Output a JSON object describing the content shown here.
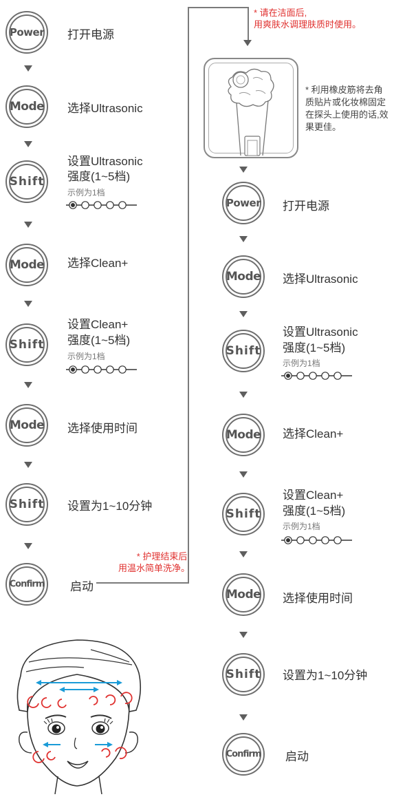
{
  "left_flow": {
    "steps": [
      {
        "button": "Power",
        "label": "打开电源"
      },
      {
        "button": "Mode",
        "label": "选择Ultrasonic"
      },
      {
        "button": "Shift",
        "label_line1": "设置Ultrasonic",
        "label_line2": "强度(1~5档)",
        "example": "示例为1档"
      },
      {
        "button": "Mode",
        "label": "选择Clean+"
      },
      {
        "button": "Shift",
        "label_line1": "设置Clean+",
        "label_line2": "强度(1~5档)",
        "example": "示例为1档"
      },
      {
        "button": "Mode",
        "label": "选择使用时间"
      },
      {
        "button": "Shift",
        "label": "设置为1~10分钟"
      },
      {
        "button": "Confirm",
        "label": "启动"
      }
    ],
    "end_note_line1": "* 护理结束后,",
    "end_note_line2": "用温水简单洗净。"
  },
  "right_flow": {
    "top_note_line1": "* 请在洁面后,",
    "top_note_line2": "用爽肤水调理肤质时使用。",
    "device_note": "* 利用橡皮筋将去角质贴片或化妆棉固定在探头上使用的话,效果更佳。",
    "steps": [
      {
        "button": "Power",
        "label": "打开电源"
      },
      {
        "button": "Mode",
        "label": "选择Ultrasonic"
      },
      {
        "button": "Shift",
        "label_line1": "设置Ultrasonic",
        "label_line2": "强度(1~5档)",
        "example": "示例为1档"
      },
      {
        "button": "Mode",
        "label": "选择Clean+"
      },
      {
        "button": "Shift",
        "label_line1": "设置Clean+",
        "label_line2": "强度(1~5档)",
        "example": "示例为1档"
      },
      {
        "button": "Mode",
        "label": "选择使用时间"
      },
      {
        "button": "Shift",
        "label": "设置为1~10分钟"
      },
      {
        "button": "Confirm",
        "label": "启动"
      }
    ]
  },
  "level_indicator": {
    "levels": 5,
    "selected": 1
  },
  "colors": {
    "button_border": "#6e6e6e",
    "note_red": "#e0312f",
    "massage_arrow_blue": "#1a9bd7",
    "massage_circle_red": "#e0312f"
  }
}
